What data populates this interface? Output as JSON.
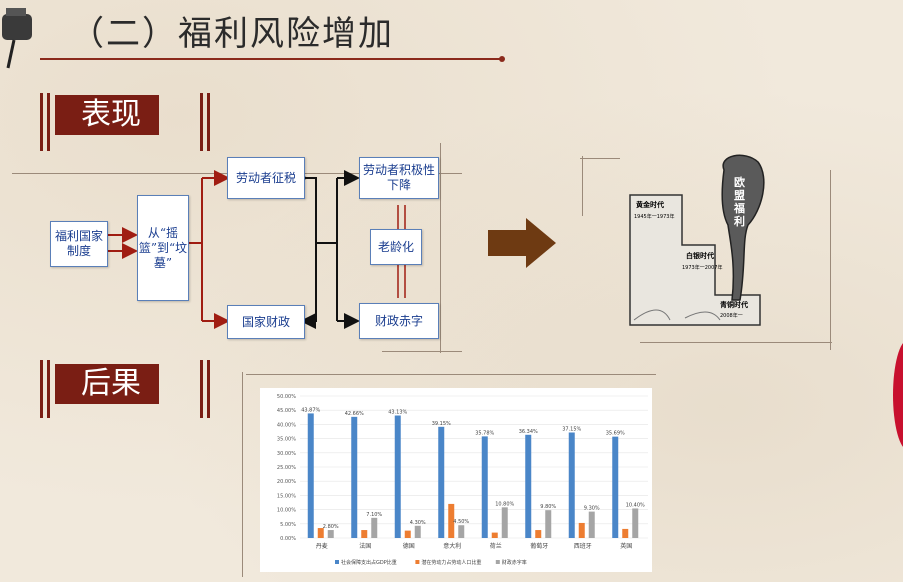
{
  "title": "（二）福利风险增加",
  "sections": {
    "performance": "表现",
    "consequence": "后果"
  },
  "diagram": {
    "welfare_state": "福利国家制度",
    "cradle_grave": "从“摇篮”到“坟墓”",
    "labor_tax": "劳动者征税",
    "national_finance": "国家财政",
    "motivation": "劳动者积极性下降",
    "aging": "老龄化",
    "deficit": "财政赤字"
  },
  "illustration": {
    "golden": "黄金时代",
    "golden_years": "1945年一1973年",
    "silver": "白银时代",
    "silver_years": "1973年一2007年",
    "bronze": "青铜时代",
    "bronze_years": "2008年一",
    "europe_welfare": "欧盟福利"
  },
  "chart_data": {
    "type": "bar",
    "categories": [
      "丹麦",
      "法国",
      "德国",
      "意大利",
      "荷兰",
      "葡萄牙",
      "西班牙",
      "英国"
    ],
    "ylim": [
      0,
      50
    ],
    "yticks": [
      "0.00%",
      "5.00%",
      "10.00%",
      "15.00%",
      "20.00%",
      "25.00%",
      "30.00%",
      "35.00%",
      "40.00%",
      "45.00%",
      "50.00%"
    ],
    "series": [
      {
        "name": "社会保障支出占GDP比重",
        "color": "#4a86c8",
        "values": [
          43.87,
          42.66,
          43.13,
          39.15,
          35.78,
          36.34,
          37.15,
          35.69
        ],
        "labels": [
          "43.87%",
          "42.66%",
          "43.13%",
          "39.15%",
          "35.78%",
          "36.34%",
          "37.15%",
          "35.69%"
        ]
      },
      {
        "name": "潜在劳动力占劳动人口比重",
        "color": "#ed7d31",
        "values": [
          3.5,
          2.8,
          2.6,
          12.0,
          1.9,
          2.8,
          5.3,
          3.2
        ],
        "labels": [
          "",
          "",
          "",
          "",
          "",
          "",
          "",
          ""
        ]
      },
      {
        "name": "财政赤字率",
        "color": "#a5a5a5",
        "values": [
          2.8,
          7.1,
          4.3,
          4.5,
          10.8,
          9.8,
          9.3,
          10.4
        ],
        "labels": [
          "2.80%",
          "7.10%",
          "4.30%",
          "4.50%",
          "10.80%",
          "9.80%",
          "9.30%",
          "10.40%"
        ]
      }
    ],
    "legend_position": "bottom"
  }
}
